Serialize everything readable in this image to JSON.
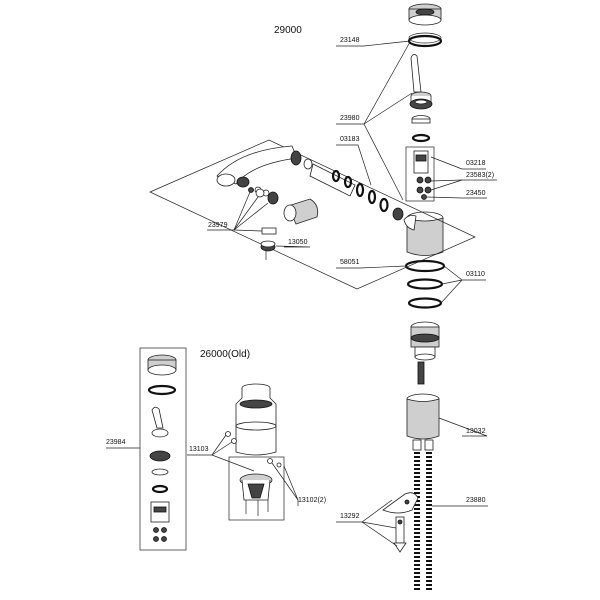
{
  "titles": {
    "main_model": "29000",
    "old_model": "26000(Old)"
  },
  "labels": {
    "p23148": "23148",
    "p23980": "23980",
    "p03183": "03183",
    "p03218": "03218",
    "p23583": "23583(2)",
    "p23450": "23450",
    "p23979": "23979",
    "p13050": "13050",
    "p58051": "58051",
    "p03110": "03110",
    "p13032": "13032",
    "p23880": "23880",
    "p13292": "13292",
    "p23984": "23984",
    "p13103": "13103",
    "p13102": "13102(2)"
  }
}
